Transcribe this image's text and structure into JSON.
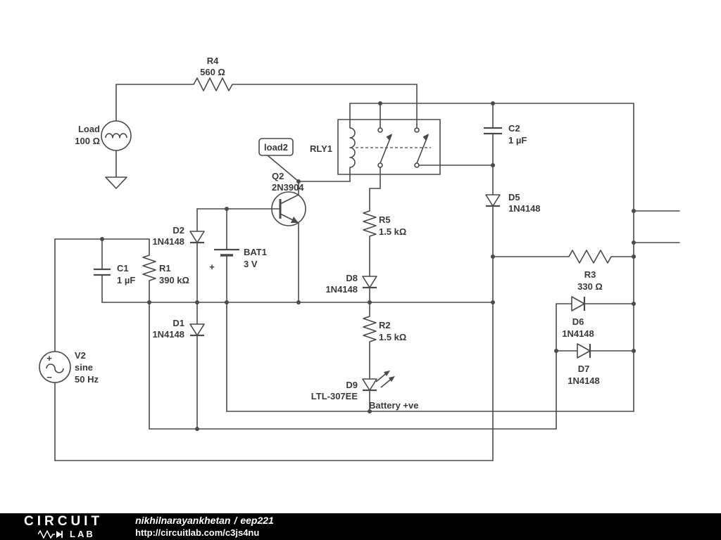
{
  "schematic": {
    "components": {
      "r4": {
        "name": "R4",
        "value": "560 Ω"
      },
      "load": {
        "name": "Load",
        "value": "100 Ω"
      },
      "rly1": {
        "name": "RLY1"
      },
      "load2_flag": {
        "label": "load2"
      },
      "q2": {
        "name": "Q2",
        "value": "2N3904"
      },
      "c2": {
        "name": "C2",
        "value": "1 µF"
      },
      "d5": {
        "name": "D5",
        "value": "1N4148"
      },
      "d2": {
        "name": "D2",
        "value": "1N4148"
      },
      "bat1": {
        "name": "BAT1",
        "value": "3 V",
        "polarity": "+"
      },
      "r1": {
        "name": "R1",
        "value": "390 kΩ"
      },
      "c1": {
        "name": "C1",
        "value": "1 µF"
      },
      "d1": {
        "name": "D1",
        "value": "1N4148"
      },
      "v2": {
        "name": "V2",
        "value": "sine",
        "value2": "50 Hz",
        "plus": "+",
        "minus": "−"
      },
      "r5": {
        "name": "R5",
        "value": "1.5 kΩ"
      },
      "d8": {
        "name": "D8",
        "value": "1N4148"
      },
      "r2": {
        "name": "R2",
        "value": "1.5 kΩ"
      },
      "d9": {
        "name": "D9",
        "value": "LTL-307EE"
      },
      "r3": {
        "name": "R3",
        "value": "330 Ω"
      },
      "d6": {
        "name": "D6",
        "value": "1N4148"
      },
      "d7": {
        "name": "D7",
        "value": "1N4148"
      }
    },
    "annotations": {
      "battery_node": "Battery +ve"
    }
  },
  "footer": {
    "logo": {
      "line1": "CIRCUIT",
      "line2": "LAB"
    },
    "author": "nikhilnarayankhetan",
    "separator": "/",
    "title": "eep221",
    "url": "http://circuitlab.com/c3js4nu"
  },
  "colors": {
    "wire": "#4a4a4a",
    "label": "#3a3a3a",
    "footer_bg": "#000000",
    "footer_text": "#ffffff",
    "canvas": "#ffffff"
  }
}
